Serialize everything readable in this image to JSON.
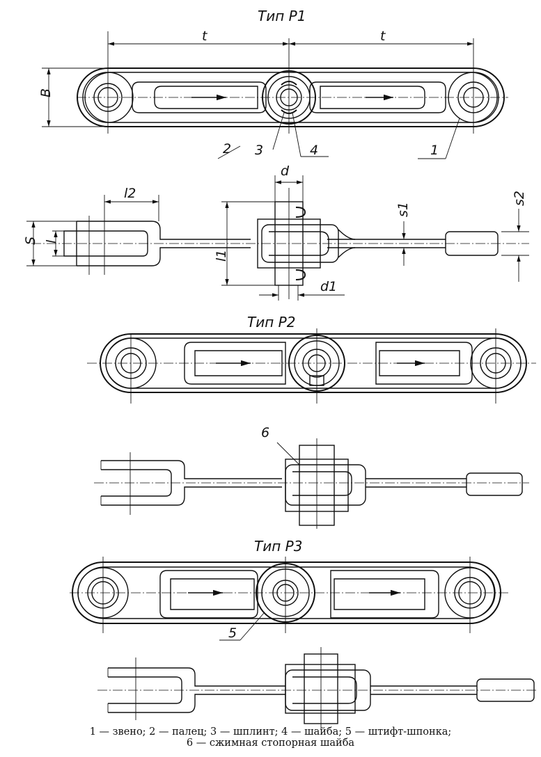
{
  "titles": {
    "p1": "Тип Р1",
    "p2": "Тип Р2",
    "p3": "Тип Р3"
  },
  "dimensions": {
    "t": "t",
    "B": "B",
    "d": "d",
    "d1": "d1",
    "l2": "l2",
    "S": "S",
    "l": "l",
    "l1": "l1",
    "s1": "s1",
    "s2": "s2"
  },
  "callouts": [
    "1",
    "2",
    "3",
    "4",
    "5",
    "6"
  ],
  "caption": {
    "line1": "1 — звено;  2 — палец;   3 — шплинт;   4 — шайба;   5 — штифт-шпонка;",
    "line2": "6 — сжимная стопорная шайба"
  }
}
